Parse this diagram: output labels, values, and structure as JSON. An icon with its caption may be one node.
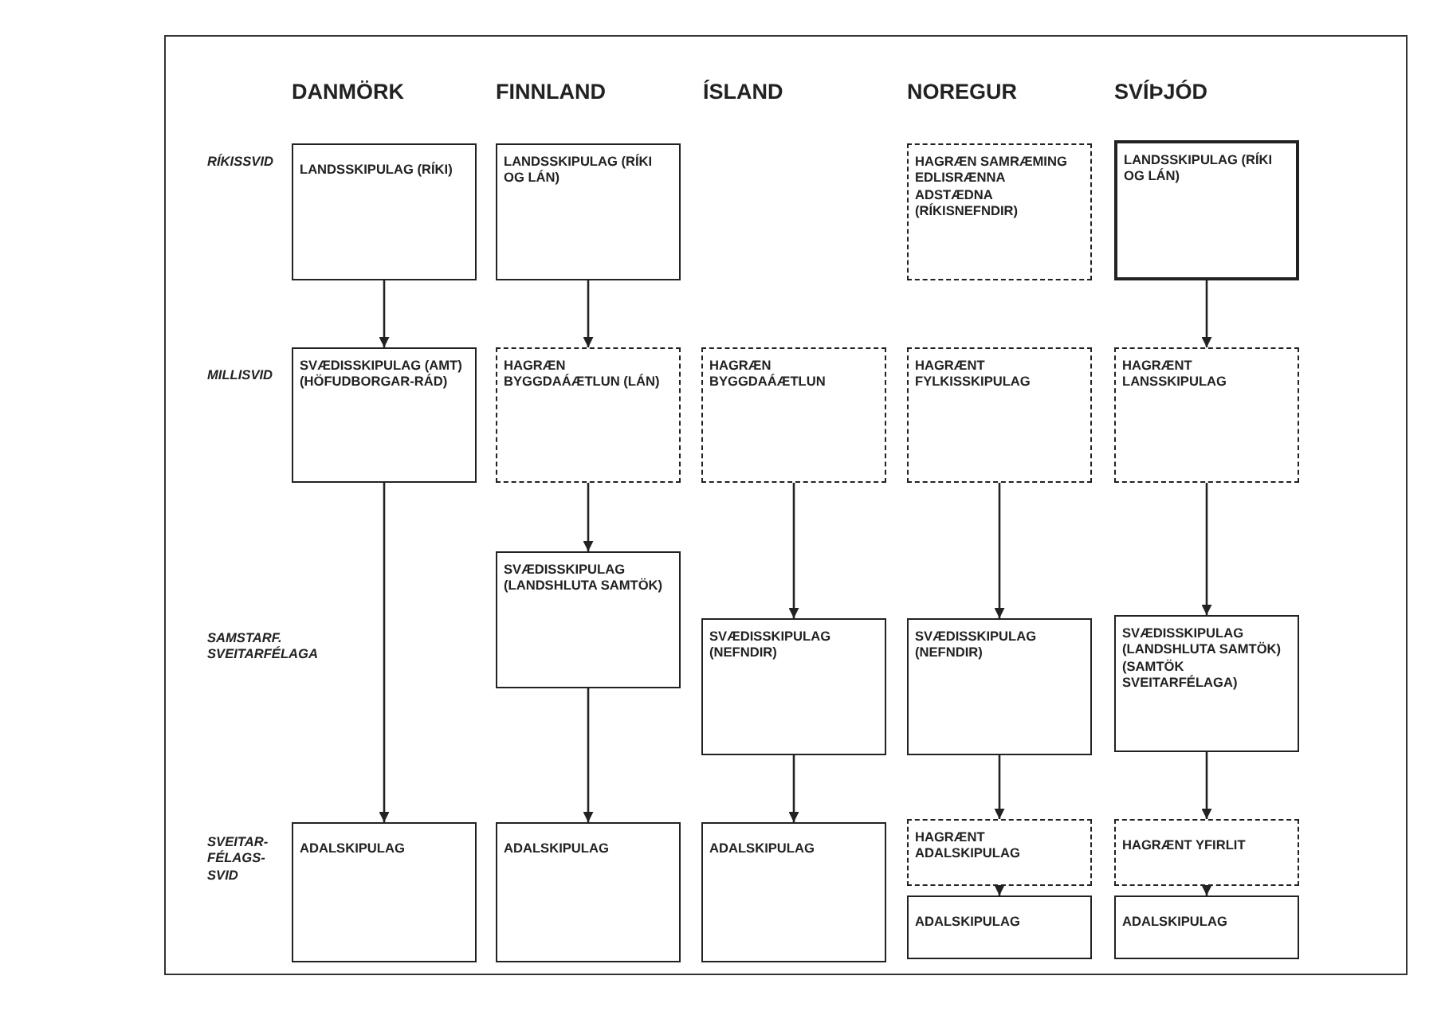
{
  "diagram": {
    "nodes": [
      {
        "text": [
          "LANDSSKIPULAG (RÍKI)"
        ]
      },
      {
        "text": [
          "LANDSSKIPULAG (RÍKI OG LÁN)"
        ]
      },
      {
        "text": [
          "HAGRÆN SAMRÆMING EDLISRÆNNA ADSTÆDNA (RÍKISNEFNDIR)"
        ]
      },
      {
        "text": [
          "LANDSSKIPULAG (RÍKI OG LÁN)"
        ]
      },
      {
        "text": [
          "SVÆDISSKIPULAG (AMT) (HÖFUDBORGAR-RÁD)"
        ]
      },
      {
        "text": [
          "HAGRÆN BYGGDAÁÆTLUN (LÁN)"
        ]
      },
      {
        "text": [
          "HAGRÆN BYGGDAÁÆTLUN"
        ]
      },
      {
        "text": [
          "HAGRÆNT FYLKISSKIPULAG"
        ]
      },
      {
        "text": [
          "HAGRÆNT LANSSKIPULAG"
        ]
      },
      {
        "text": [
          "SVÆDISSKIPULAG (LANDSHLUTA SAMTÖK)"
        ]
      },
      {
        "text": [
          "SVÆDISSKIPULAG (NEFNDIR)"
        ]
      },
      {
        "text": [
          "SVÆDISSKIPULAG (NEFNDIR)"
        ]
      },
      {
        "text": [
          "SVÆDISSKIPULAG (LANDSHLUTA SAMTÖK) (SAMTÖK SVEITARFÉLAGA)"
        ]
      },
      {
        "text": [
          "ADALSKIPULAG"
        ]
      },
      {
        "text": [
          "ADALSKIPULAG"
        ]
      },
      {
        "text": [
          "ADALSKIPULAG"
        ]
      },
      {
        "text": [
          "HAGRÆNT ADALSKIPULAG"
        ]
      },
      {
        "text": [
          "HAGRÆNT YFIRLIT"
        ]
      },
      {
        "text": [
          "ADALSKIPULAG"
        ]
      },
      {
        "text": [
          "ADALSKIPULAG"
        ]
      }
    ],
    "edges": [
      {
        "from": 0,
        "to": 4,
        "arrow": "to"
      },
      {
        "from": 4,
        "to": 13,
        "arrow": "to"
      },
      {
        "from": 1,
        "to": 5,
        "arrow": "to"
      },
      {
        "from": 5,
        "to": 9,
        "arrow": "to"
      },
      {
        "from": 9,
        "to": 14,
        "arrow": "to"
      },
      {
        "from": 6,
        "to": 10,
        "arrow": "to"
      },
      {
        "from": 10,
        "to": 15,
        "arrow": "to"
      },
      {
        "from": 7,
        "to": 11,
        "arrow": "to"
      },
      {
        "from": 11,
        "to": 16,
        "arrow": "to"
      },
      {
        "from": 16,
        "to": 18,
        "arrow": "to"
      },
      {
        "from": 3,
        "to": 8,
        "arrow": "to"
      },
      {
        "from": 8,
        "to": 12,
        "arrow": "to"
      },
      {
        "from": 12,
        "to": 17,
        "arrow": "to"
      },
      {
        "from": 17,
        "to": 19,
        "arrow": "to"
      }
    ],
    "labels": [
      "DANMÖRK",
      "FINNLAND",
      "ÍSLAND",
      "NOREGUR",
      "SVÍÞJÓD",
      "RÍKISSVID",
      "MILLISVID",
      "SAMSTARF. SVEITARFÉLAGA",
      "SVEITAR- FÉLAGS- SVID"
    ]
  }
}
